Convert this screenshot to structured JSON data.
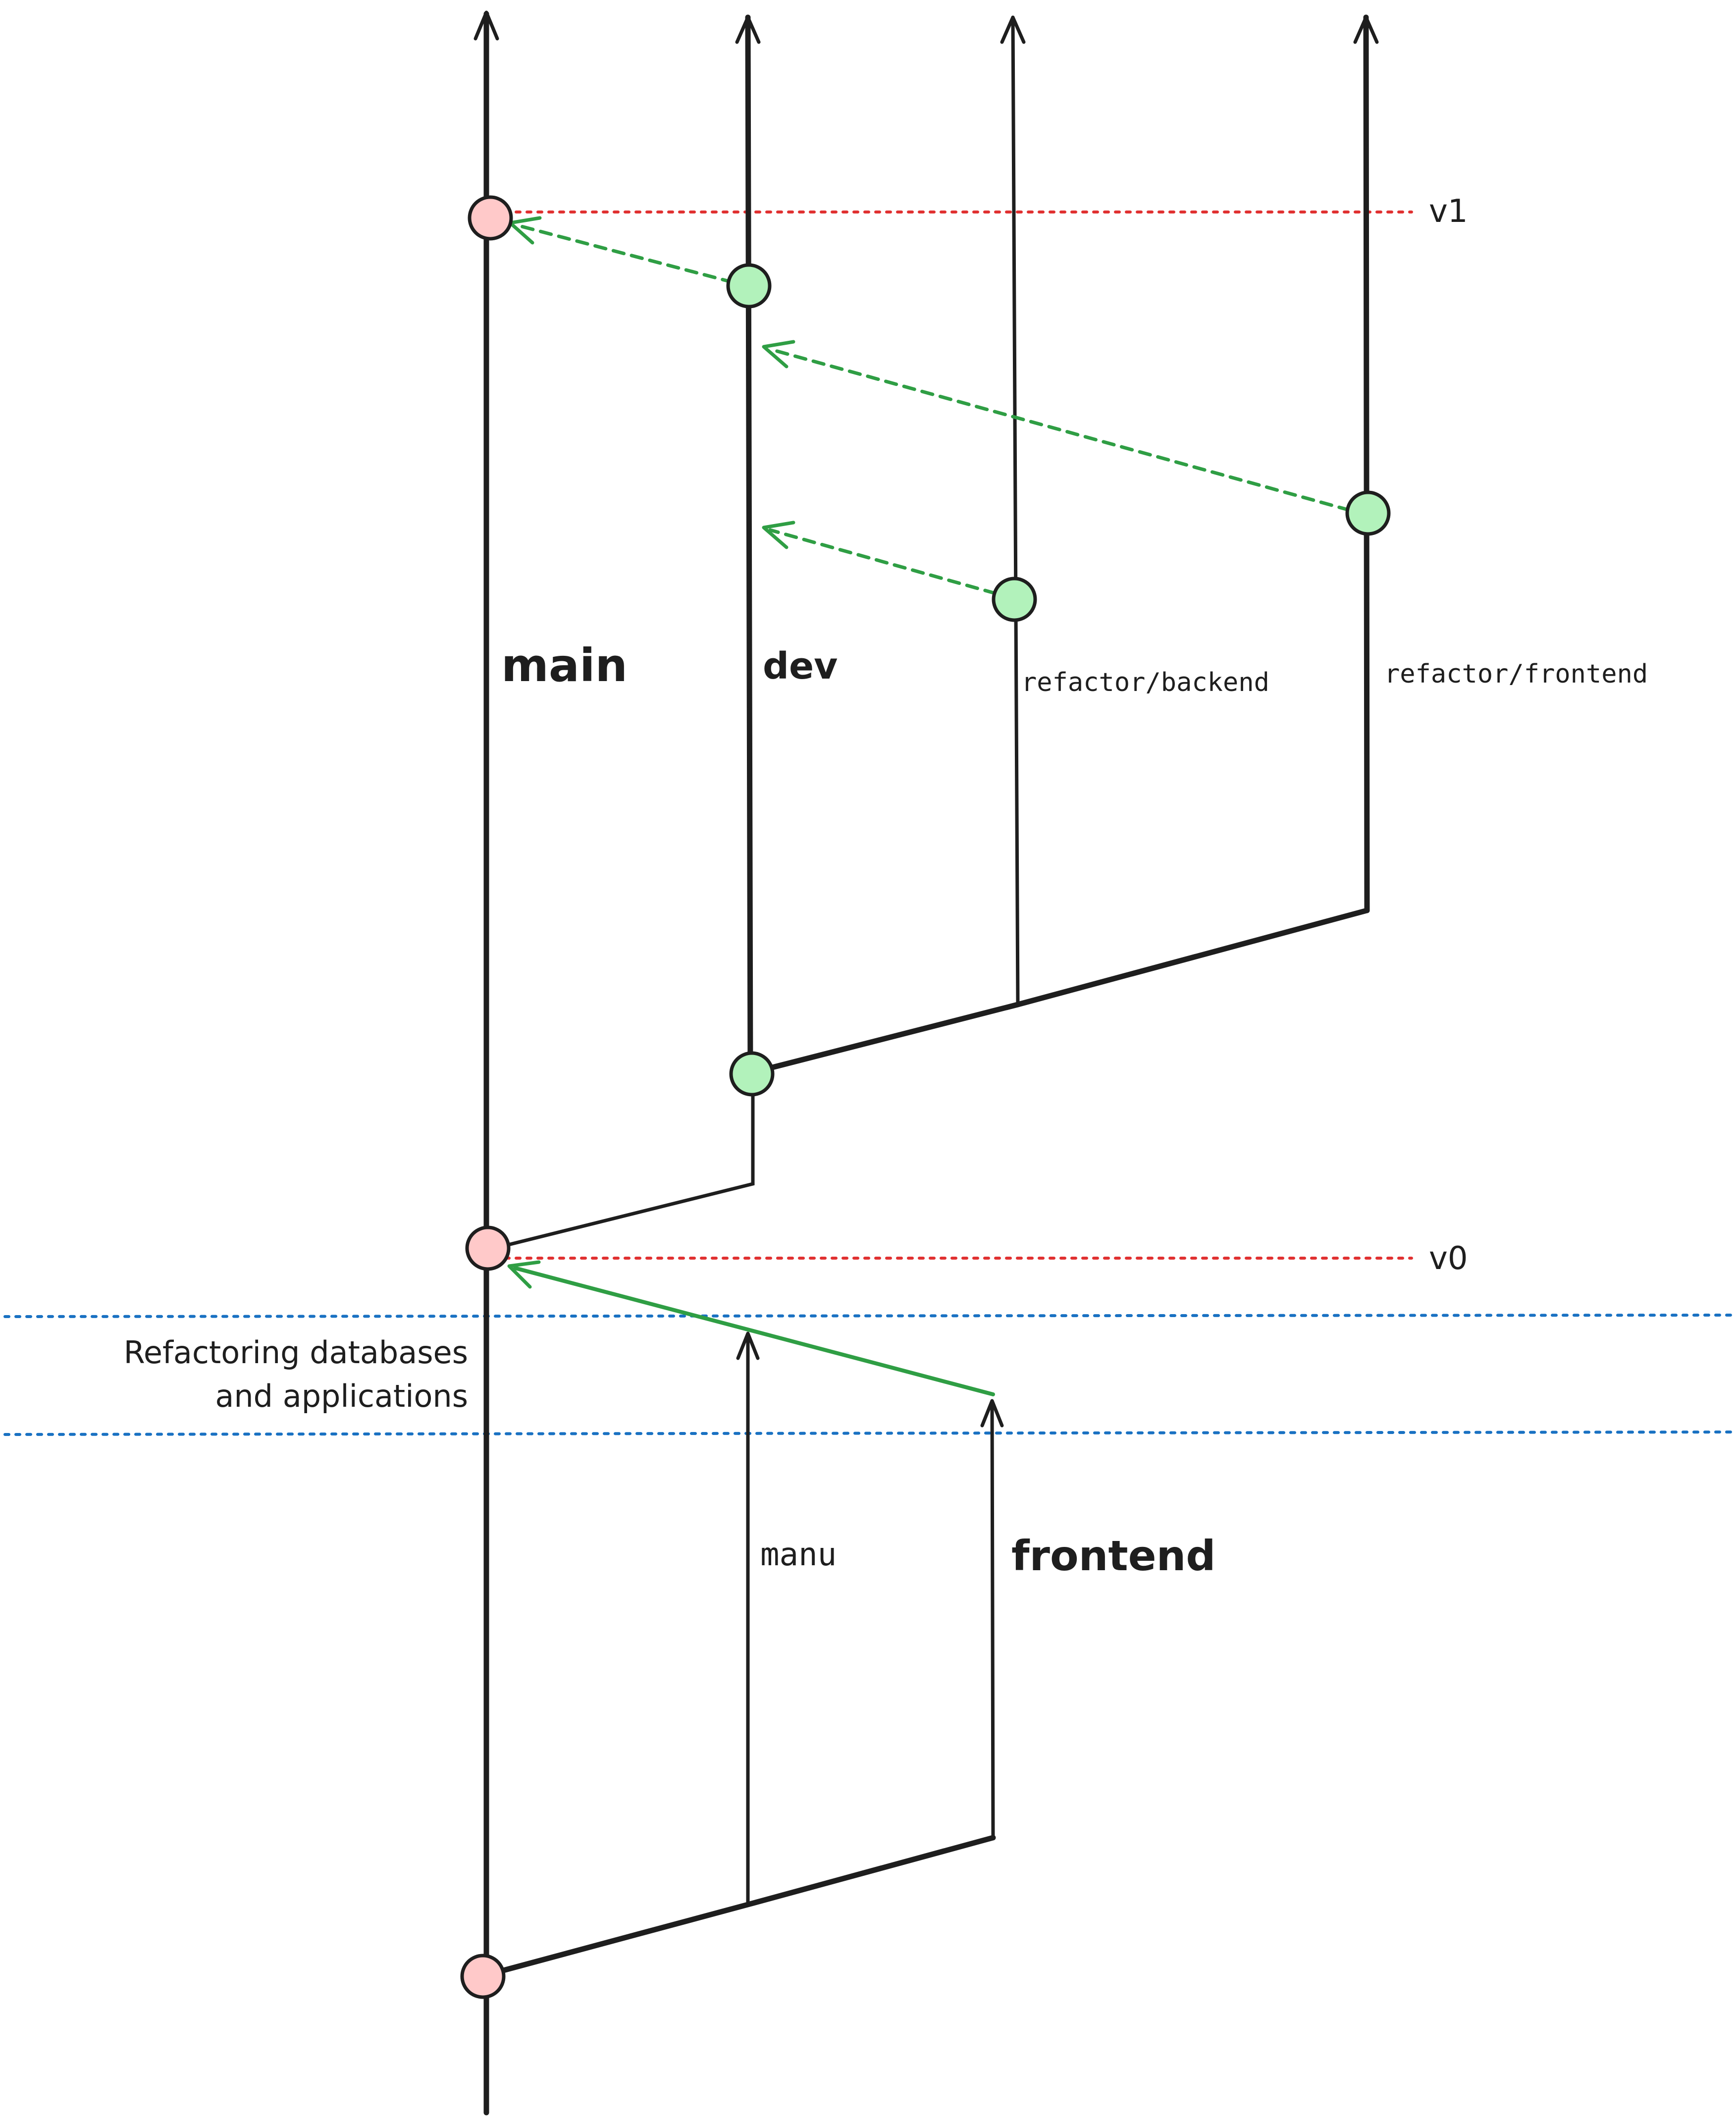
{
  "branches": {
    "main": "main",
    "dev": "dev",
    "refactor_backend": "refactor/backend",
    "refactor_frontend": "refactor/frontend",
    "manu": "manu",
    "frontend": "frontend"
  },
  "releases": {
    "v1": "v1",
    "v0": "v0"
  },
  "phase": {
    "line1": "Refactoring databases",
    "line2": "and applications"
  },
  "colors": {
    "release_node": "#ffc9c9",
    "commit_node": "#b2f2bb",
    "merge_arrow": "#2f9e44",
    "release_line": "#e03131",
    "phase_line": "#1971c2",
    "stroke": "#1e1e1e"
  }
}
